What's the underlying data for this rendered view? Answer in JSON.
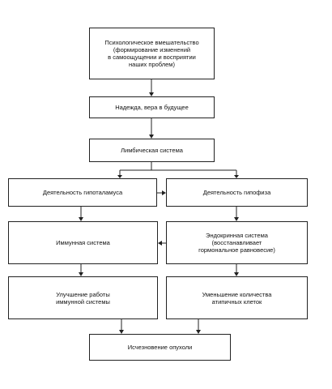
{
  "diagram": {
    "boxes": {
      "psych": {
        "label": "Психологическое вмешательство\n(формирование изменений\nв самоощущении и восприятии\nнаших проблем)"
      },
      "hope": {
        "label": "Надежда, вера в будущее"
      },
      "limbic": {
        "label": "Лимбическая система"
      },
      "hypothalamus": {
        "label": "Деятельность гипоталамуса"
      },
      "pituitary": {
        "label": "Деятельность гипофиза"
      },
      "immune": {
        "label": "Иммунная система"
      },
      "endocrine": {
        "label": "Эндокринная система\n(восстанавливает\nгормональное равновесие)"
      },
      "improve_immune": {
        "label": "Улучшение работы\nиммунной системы"
      },
      "reduce_cells": {
        "label": "Уменьшение количества\nатипичных клеток"
      },
      "tumor_gone": {
        "label": "Исчезновение опухоли"
      }
    },
    "edges": [
      [
        "psych",
        "hope"
      ],
      [
        "hope",
        "limbic"
      ],
      [
        "limbic",
        "hypothalamus"
      ],
      [
        "limbic",
        "pituitary"
      ],
      [
        "hypothalamus",
        "pituitary"
      ],
      [
        "hypothalamus",
        "immune"
      ],
      [
        "pituitary",
        "endocrine"
      ],
      [
        "endocrine",
        "immune"
      ],
      [
        "immune",
        "improve_immune"
      ],
      [
        "endocrine",
        "reduce_cells"
      ],
      [
        "improve_immune",
        "tumor_gone"
      ],
      [
        "reduce_cells",
        "tumor_gone"
      ]
    ]
  }
}
